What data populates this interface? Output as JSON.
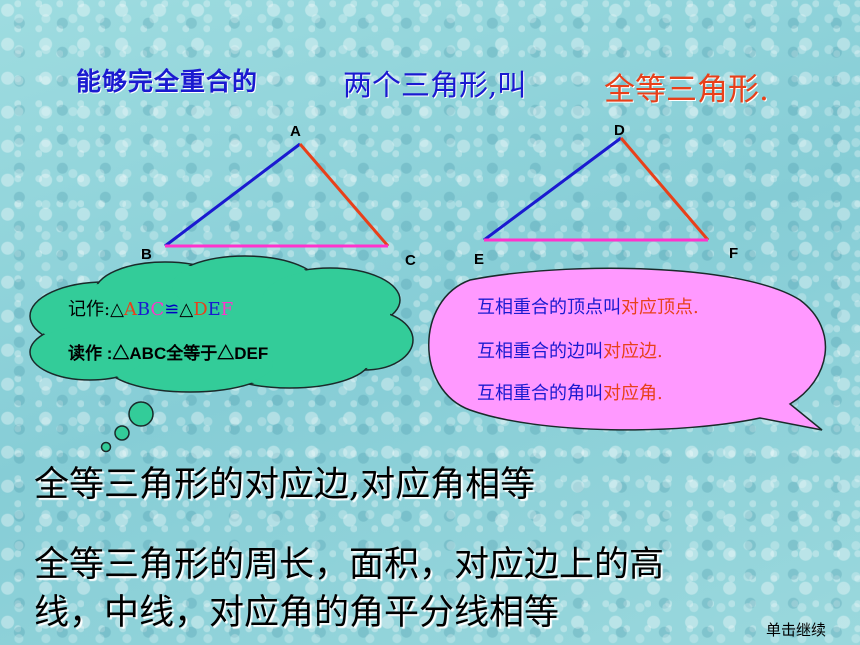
{
  "headline": {
    "part1": "能够完全重合的",
    "part2": "两个三角形,叫",
    "term": "全等三角形."
  },
  "triangles": {
    "abc": {
      "a": "A",
      "b": "B",
      "c": "C"
    },
    "def": {
      "d": "D",
      "e": "E",
      "f": "F"
    }
  },
  "cloud": {
    "notation_prefix": "记作:△",
    "notation_a": "A",
    "notation_b": "B",
    "notation_c": "C",
    "congruent_symbol": "≌",
    "notation_triangle2": "△",
    "notation_d": "D",
    "notation_e": "E",
    "notation_f": "F",
    "reading": "读作 :△ABC全等于△DEF"
  },
  "bubble": {
    "line1_prefix": "互相重合的顶点叫",
    "line1_term": "对应顶点.",
    "line2_prefix": "互相重合的边叫",
    "line2_term": "对应边.",
    "line3_prefix": "互相重合的角叫",
    "line3_term": "对应角."
  },
  "conclusions": {
    "line1": "全等三角形的对应边,对应角相等",
    "line2": "全等三角形的周长，面积，对应边上的高",
    "line3": "线，中线，对应角的角平分线相等"
  },
  "continue_label": "单击继续",
  "colors": {
    "blue": "#1a1ad0",
    "red": "#e8401a",
    "magenta": "#ff33cc",
    "cloud_fill": "#33cc99",
    "bubble_fill": "#ff99ff"
  }
}
